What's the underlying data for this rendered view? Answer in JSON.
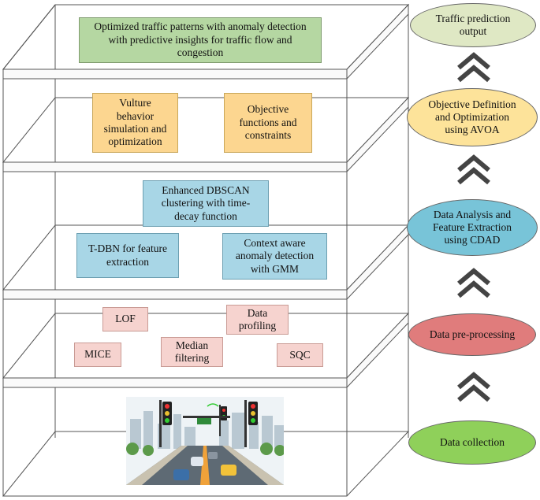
{
  "layers": {
    "output": {
      "box": "Optimized traffic patterns with anomaly detection\nwith predictive insights for traffic flow and\ncongestion"
    },
    "optimization": {
      "vulture": "Vulture\nbehavior\nsimulation and\noptimization",
      "objective": "Objective\nfunctions and\nconstraints"
    },
    "analysis": {
      "dbscan": "Enhanced DBSCAN\nclustering with time-\ndecay function",
      "tdbn": "T-DBN for feature\nextraction",
      "gmm": "Context aware\nanomaly detection\nwith GMM"
    },
    "preprocessing": {
      "lof": "LOF",
      "profiling": "Data\nprofiling",
      "mice": "MICE",
      "median": "Median\nfiltering",
      "sqc": "SQC"
    }
  },
  "stages": {
    "output": "Traffic prediction\noutput",
    "optimization": "Objective Definition\nand Optimization\nusing AVOA",
    "analysis": "Data Analysis and\nFeature Extraction\nusing CDAD",
    "preprocessing": "Data pre-processing",
    "collection": "Data collection"
  },
  "colors": {
    "green_box": "#b5d7a2",
    "yellow_box": "#fcd690",
    "blue_box": "#a8d6e6",
    "pink_box": "#f6d3cf",
    "stage_output": "#dfe8c4",
    "stage_optimization": "#fde39a",
    "stage_analysis": "#78c4d8",
    "stage_preprocessing": "#e07c7c",
    "stage_collection": "#8fd05a",
    "chevron": "#444444"
  },
  "illustration": {
    "name": "smart-traffic-street-illustration"
  }
}
